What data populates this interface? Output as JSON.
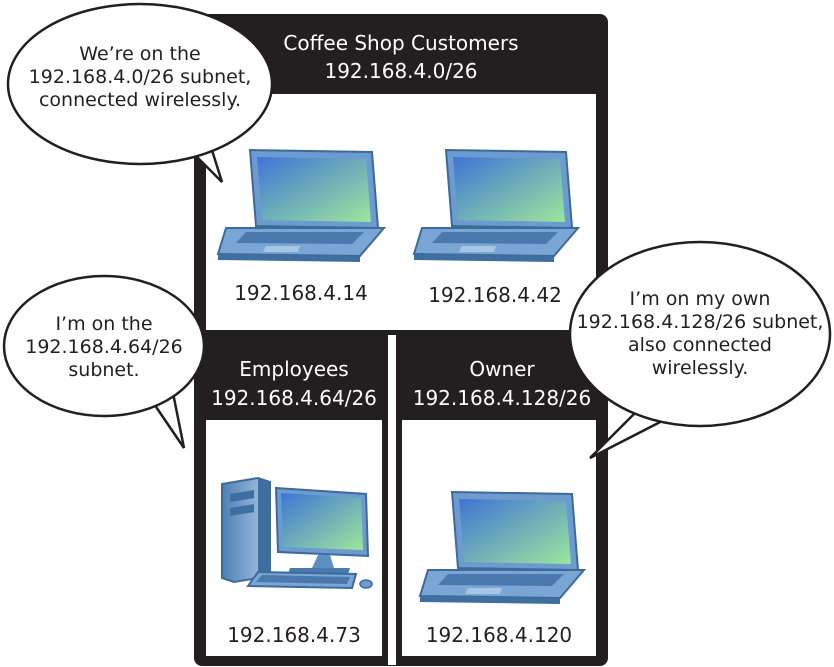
{
  "panels": {
    "customers": {
      "title": "Coffee Shop Customers",
      "subnet": "192.168.4.0/26"
    },
    "employees": {
      "title": "Employees",
      "subnet": "192.168.4.64/26"
    },
    "owner": {
      "title": "Owner",
      "subnet": "192.168.4.128/26"
    }
  },
  "devices": {
    "customer_laptop_1": {
      "ip": "192.168.4.14"
    },
    "customer_laptop_2": {
      "ip": "192.168.4.42"
    },
    "employee_desktop": {
      "ip": "192.168.4.73"
    },
    "owner_laptop": {
      "ip": "192.168.4.120"
    }
  },
  "bubbles": {
    "customers": {
      "line1": "We’re on the",
      "line2": "192.168.4.0/26 subnet,",
      "line3": "connected wirelessly."
    },
    "employees": {
      "line1": "I’m on the",
      "line2": "192.168.4.64/26",
      "line3": "subnet."
    },
    "owner": {
      "line1": "I’m on my own",
      "line2": "192.168.4.128/26 subnet,",
      "line3": "also connected",
      "line4": "wirelessly."
    }
  },
  "colors": {
    "frame": "#231f20",
    "screen_top": "#4f86d9",
    "screen_bottom": "#8fe3a0",
    "device_body": "#5d8fc2"
  }
}
